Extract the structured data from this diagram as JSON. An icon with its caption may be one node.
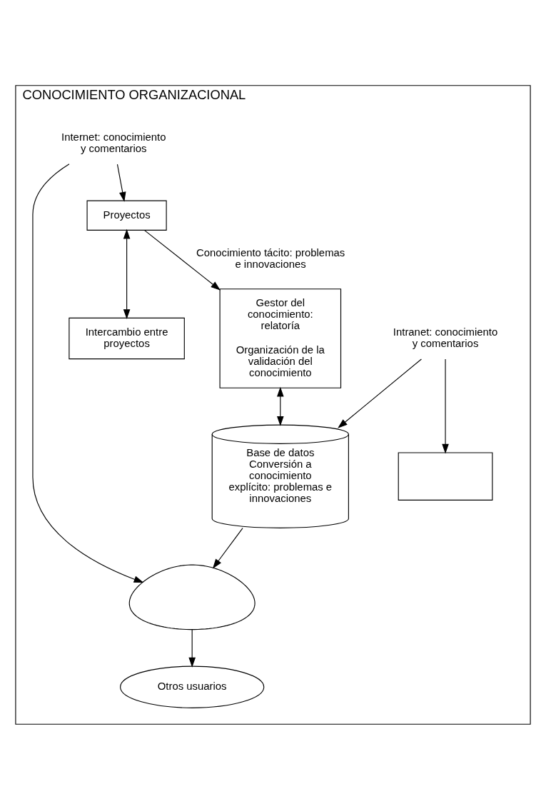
{
  "diagram": {
    "nodes": [
      {
        "text": [
          "CONOCIMIENTO ORGANIZACIONAL"
        ]
      },
      {
        "text": [
          "Proyectos"
        ],
        "in": 0
      },
      {
        "text": [],
        "shape": "box",
        "in": 0
      },
      {
        "text": [
          "Intercambio entre proyectos"
        ],
        "in": 0
      },
      {
        "text": [
          "Intranet: conocimiento y comentarios"
        ],
        "in": 0
      },
      {
        "text": [
          "Gestor del conocimiento: relatoría",
          "Organización de la validación del conocimiento"
        ],
        "in": 0
      },
      {
        "text": [
          "Base de datos Conversión a conocimiento explícito: problemas e innovaciones"
        ],
        "in": 0
      },
      {
        "text": [
          "Internet: conocimiento y comentarios"
        ],
        "in": 0
      },
      {
        "text": [],
        "shape": "cloud",
        "in": 0
      },
      {
        "text": [
          "Otros usuarios"
        ],
        "in": 0
      }
    ],
    "edges": [
      {
        "from": 1,
        "to": 3,
        "arrow": "both"
      },
      {
        "from": 4,
        "to": 2,
        "arrow": "to"
      },
      {
        "from": 4,
        "to": 6,
        "arrow": "to"
      },
      {
        "from": 1,
        "to": 5,
        "arrow": "to",
        "label": "Conocimiento tácito: problemas e innovaciones"
      },
      {
        "from": 5,
        "to": 6,
        "arrow": "both"
      },
      {
        "from": 6,
        "to": 8,
        "arrow": "to"
      },
      {
        "from": 7,
        "to": 8,
        "arrow": "to"
      },
      {
        "from": 7,
        "to": 1,
        "arrow": "to"
      },
      {
        "from": 8,
        "to": 9,
        "arrow": "to"
      }
    ]
  }
}
